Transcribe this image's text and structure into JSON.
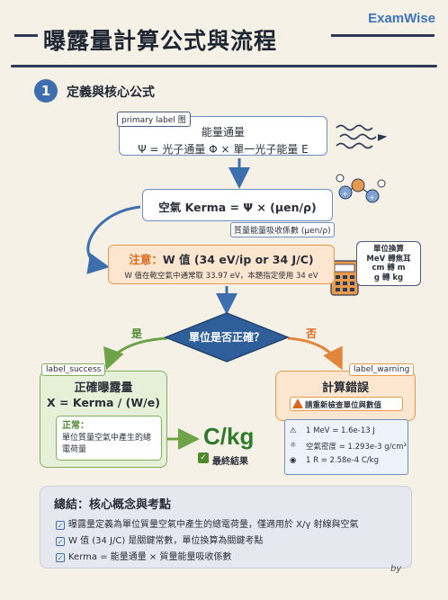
{
  "brand": "ExamWise",
  "title": "曝露量計算公式與流程",
  "section": {
    "number": "1",
    "title": "定義與核心公式"
  },
  "flux": {
    "tag": "primary label 图",
    "line1": "能量通量",
    "line2": "Ψ = 光子通量 Φ × 單一光子能量 E"
  },
  "kerma": {
    "formula": "空氣 Kerma = Ψ × (μen/ρ)",
    "note": "質量能量吸收係數 (μen/ρ)"
  },
  "w_note": {
    "warn": "注意：",
    "line1": "W 值 (34 eV/ip or 34 J/C)",
    "line2": "W 值在乾空氣中通常取 33.97 eV，本題指定使用 34 eV"
  },
  "unit_conversion": [
    "單位換算",
    "MeV 轉焦耳",
    "cm 轉 m",
    "g 轉 kg"
  ],
  "decision": {
    "question": "單位是否正確？",
    "yes": "是",
    "no": "否"
  },
  "success": {
    "tag": "label_success",
    "title": "正確曝露量",
    "formula": "X = Kerma / (W/e)",
    "note_key": "正常：",
    "note_text": "單位質量空氣中產生的總電荷量"
  },
  "result": {
    "unit": "C/kg",
    "label": "最終結果"
  },
  "warning": {
    "tag": "label_warning",
    "title": "計算錯誤",
    "sub": "請重新檢查單位與數值",
    "conversions": [
      "1 MeV = 1.6e-13 J",
      "空氣密度 = 1.293e-3 g/cm³",
      "1 R = 2.58e-4 C/kg"
    ]
  },
  "summary": {
    "title": "總結：核心概念與考點",
    "items": [
      "曝露量定義為單位質量空氣中產生的總電荷量，僅適用於 X/γ 射線與空氣",
      "W 值 (34 J/C) 是關鍵常數，單位換算為關鍵考點",
      "Kerma = 能量通量 × 質量能量吸收係數"
    ]
  },
  "signature": "by",
  "colors": {
    "blue": "#3d6fae",
    "green": "#7fae5c",
    "orange": "#e89a4c",
    "navy": "#2d3a55"
  }
}
